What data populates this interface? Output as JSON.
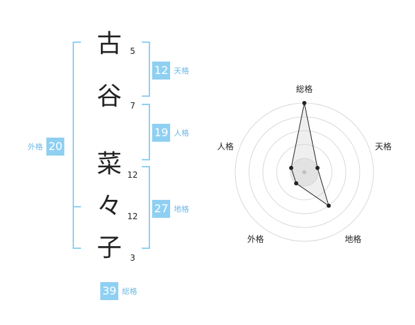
{
  "name": {
    "chars": [
      {
        "char": "古",
        "strokes": "5"
      },
      {
        "char": "谷",
        "strokes": "7"
      },
      {
        "char": "菜",
        "strokes": "12"
      },
      {
        "char": "々",
        "strokes": "12"
      },
      {
        "char": "子",
        "strokes": "3"
      }
    ]
  },
  "kaku": {
    "tenkaku": {
      "value": "12",
      "label": "天格"
    },
    "jinkaku": {
      "value": "19",
      "label": "人格"
    },
    "chikaku": {
      "value": "27",
      "label": "地格"
    },
    "gaikaku": {
      "value": "20",
      "label": "外格"
    },
    "soukaku": {
      "value": "39",
      "label": "総格"
    }
  },
  "colors": {
    "accent": "#8fd0f2",
    "accent_text": "#6cb8e6"
  },
  "chart_data": {
    "type": "radar",
    "axes": [
      "総格",
      "天格",
      "地格",
      "外格",
      "人格"
    ],
    "values": [
      5,
      1,
      3,
      1,
      1
    ],
    "rmax": 5,
    "rings": 5
  }
}
